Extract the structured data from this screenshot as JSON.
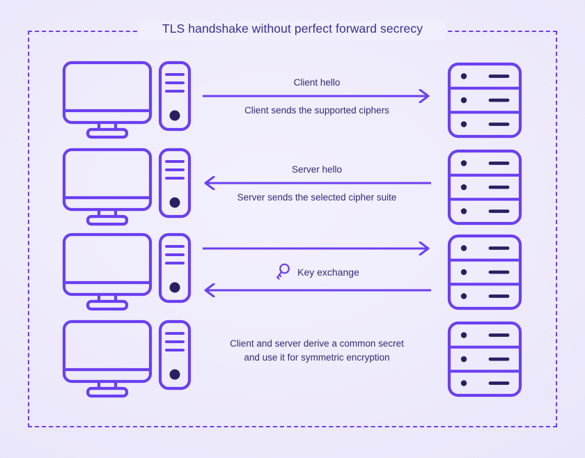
{
  "diagram": {
    "title": "TLS handshake without perfect forward secrecy",
    "colors": {
      "background": "#ece9fb",
      "panel": "#f1eefd",
      "stroke_purple": "#6b3ff0",
      "dark_navy": "#2a2060",
      "text": "#332b6e",
      "title_text": "#3a2f8f"
    },
    "left_actor": {
      "name": "client",
      "icon": "desktop-computer-icon"
    },
    "right_actor": {
      "name": "server",
      "icon": "server-rack-icon"
    },
    "rows": [
      {
        "id": "client-hello",
        "direction": "right",
        "arrows": 1,
        "label_top": "Client hello",
        "label_bottom": "Client sends the supported ciphers"
      },
      {
        "id": "server-hello",
        "direction": "left",
        "arrows": 1,
        "label_top": "Server hello",
        "label_bottom": "Server sends the selected cipher suite"
      },
      {
        "id": "key-exchange",
        "direction": "bidirectional",
        "arrows": 2,
        "icon": "key-icon",
        "label_middle": "Key exchange"
      },
      {
        "id": "derive-secret",
        "direction": "none",
        "arrows": 0,
        "label_line_1": "Client and server derive a common secret",
        "label_line_2": "and use it for symmetric encryption"
      }
    ]
  }
}
